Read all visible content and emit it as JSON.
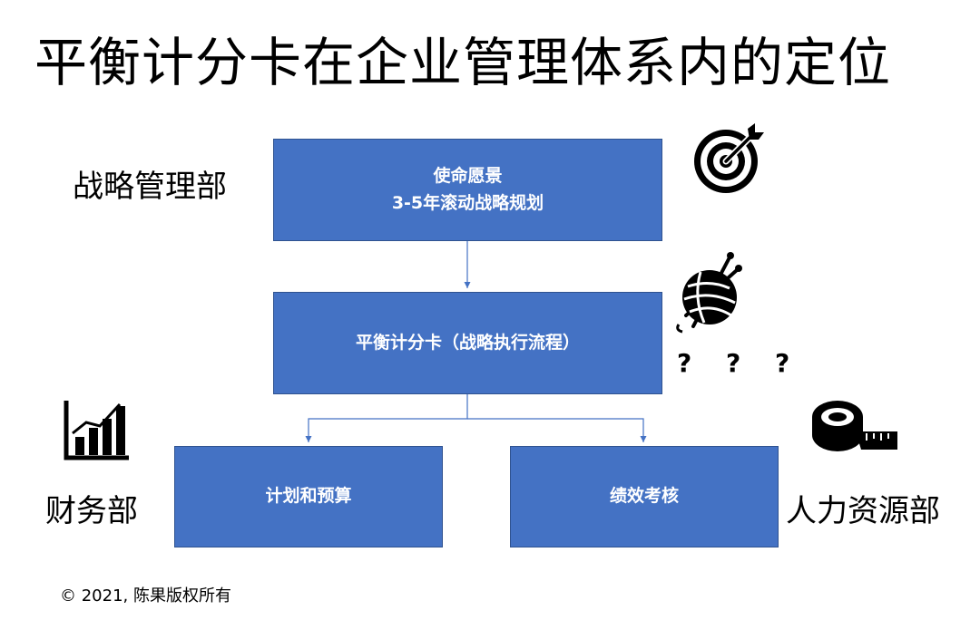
{
  "title": "平衡计分卡在企业管理体系内的定位",
  "departments": {
    "strategy": "战略管理部",
    "finance": "财务部",
    "hr": "人力资源部"
  },
  "boxes": {
    "vision": {
      "line1": "使命愿景",
      "line2": "3-5年滚动战略规划"
    },
    "bsc": {
      "line1": "平衡计分卡（战略执行流程）"
    },
    "planning": {
      "line1": "计划和预算"
    },
    "performance": {
      "line1": "绩效考核"
    }
  },
  "question_marks": "? ? ?",
  "copyright": "© 2021, 陈果版权所有",
  "icons": {
    "strategy": "target-arrow-icon",
    "bsc": "yarn-ball-icon",
    "finance": "bar-chart-growth-icon",
    "hr": "tape-measure-icon"
  },
  "colors": {
    "box_fill": "#4472c4",
    "box_border": "#2f528f",
    "connector": "#4472c4"
  }
}
